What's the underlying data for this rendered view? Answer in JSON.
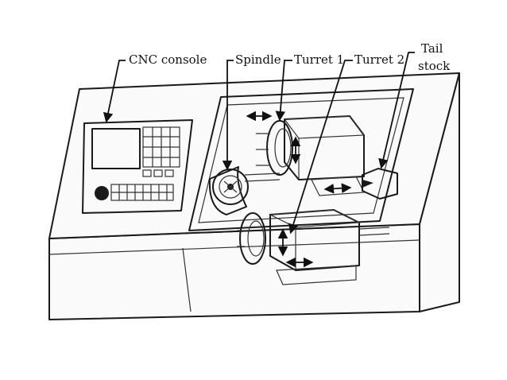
{
  "diagram": {
    "labels": {
      "cnc_console": "CNC console",
      "spindle": "Spindle",
      "turret_1": "Turret 1",
      "turret_2": "Turret 2",
      "tail_stock_line1": "Tail",
      "tail_stock_line2": "stock"
    },
    "colors": {
      "ink": "#1a1a1a",
      "paper": "#ffffff",
      "shade": "#e6e6e6"
    }
  }
}
